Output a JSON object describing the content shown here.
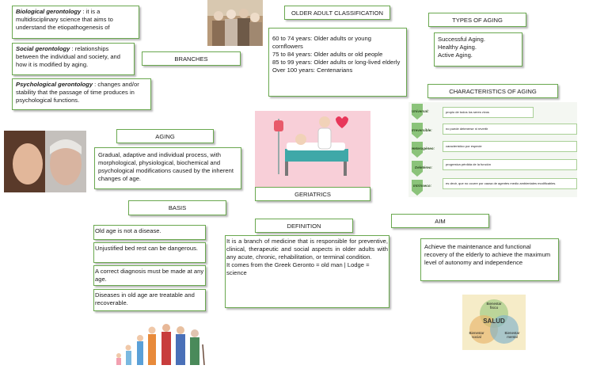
{
  "defs": [
    {
      "term": "Biological gerontology",
      "text": ": it is a multidisciplinary science that aims to understand the etiopathogenesis of"
    },
    {
      "term": "Social gerontology",
      "text": ": relationships between the individual and society, and how it is modified by aging."
    },
    {
      "term": "Psychological gerontology",
      "text": ": changes and/or stability that the passage of time produces in psychological functions."
    }
  ],
  "headers": {
    "branches": "BRANCHES",
    "older_adult": "OLDER ADULT CLASSIFICATION",
    "types": "TYPES OF AGING",
    "characteristics": "CHARACTERISTICS OF AGING",
    "aging": "AGING",
    "geriatrics": "GERIATRICS",
    "basis": "BASIS",
    "definition": "DEFINITION",
    "aim": "AIM"
  },
  "older_adult_lines": [
    "60 to 74 years: Older adults or young cornflowers",
    "75 to 84 years: Older adults or old people",
    "85 to 99 years: Older adults or long-lived elderly",
    "Over 100 years: Centenarians"
  ],
  "types_lines": [
    "Successful Aging.",
    "Healthy Aging.",
    "Active Aging."
  ],
  "characteristics": [
    {
      "label": "Universal:",
      "desc": "propio de todos los seres vivos"
    },
    {
      "label": "Irreversible:",
      "desc": "no puede detenerse ni revertir"
    },
    {
      "label": "Heterogéneo:",
      "desc": "característico por especie"
    },
    {
      "label": "Deletéreo:",
      "desc": "progresiva pérdida de la función"
    },
    {
      "label": "Intrínseco:",
      "desc": "es decir, que no ocurre por causa de agentes medio ambientales modificables."
    }
  ],
  "aging_text": "Gradual, adaptive and individual process, with morphological, physiological, biochemical and psychological modifications caused by the inherent changes of age.",
  "basis_items": [
    "Old age is not a disease.",
    "Unjustified bed rest can be dangerous.",
    "A correct diagnosis must be made at any age.",
    "Diseases in old age are treatable and recoverable."
  ],
  "definition_lines": [
    "It is a branch of medicine that is responsible for preventive, clinical, therapeutic and social aspects in older adults with any acute, chronic, rehabilitation, or terminal condition.",
    "It comes from the Greek Geronto = old man | Lodge = science"
  ],
  "aim_text": "Achieve the maintenance and functional recovery of the elderly to achieve the maximum level of autonomy and independence",
  "salud": {
    "center": "SALUD",
    "top": "Bienestar físico",
    "left": "Bienestar social",
    "right": "Bienestar mental"
  }
}
